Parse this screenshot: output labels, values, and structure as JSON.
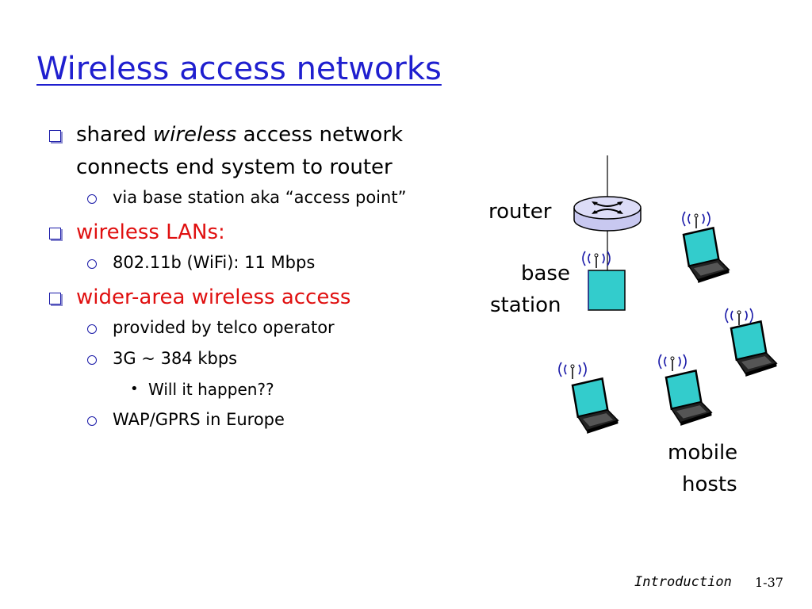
{
  "slide": {
    "title": "Wireless access networks",
    "bullets": {
      "b1_pre": "shared ",
      "b1_em": "wireless",
      "b1_post": " access network connects end system to router",
      "b1_sub1": "via base station aka “access point”",
      "b2": "wireless LANs:",
      "b2_sub1": "802.11b (WiFi): 11 Mbps",
      "b3": "wider-area wireless access",
      "b3_sub1": "provided by telco operator",
      "b3_sub2": "3G ~ 384 kbps",
      "b3_sub2_sub1": "Will it happen??",
      "b3_sub3": "WAP/GPRS in Europe"
    },
    "diagram": {
      "router_label": "router",
      "base_station_label_1": "base",
      "base_station_label_2": "station",
      "mobile_hosts_label_1": "mobile",
      "mobile_hosts_label_2": "hosts"
    },
    "footer": {
      "section": "Introduction",
      "page": "1-37"
    }
  },
  "colors": {
    "title": "#1f1fcf",
    "highlight": "#e01010",
    "bullet_marker": "#1a1aa8",
    "router_fill": "#c8c8f0",
    "base_station_fill": "#33cccc",
    "laptop_screen": "#33cccc"
  },
  "icons": [
    "square-bullet-icon",
    "circle-bullet-icon",
    "dot-bullet-icon",
    "router-icon",
    "base-station-icon",
    "laptop-icon",
    "radio-signal-icon"
  ]
}
